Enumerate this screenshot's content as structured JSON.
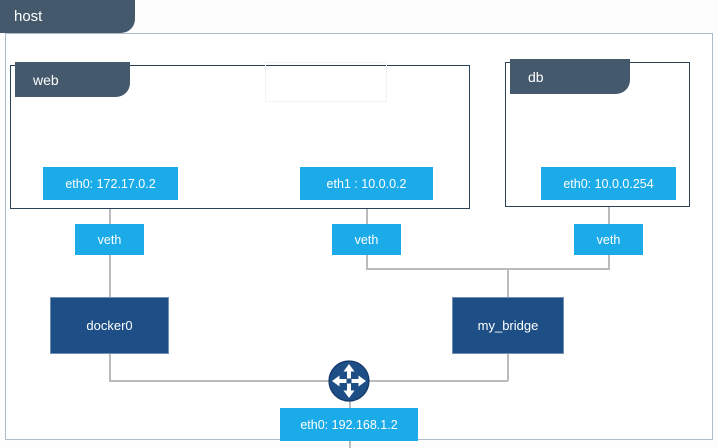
{
  "diagram": {
    "title": "host",
    "type": "network-topology"
  },
  "host": {
    "label": "host"
  },
  "namespaces": [
    {
      "id": "web",
      "label": "web"
    },
    {
      "id": "db",
      "label": "db"
    }
  ],
  "interfaces": [
    {
      "id": "web-eth0",
      "label": "eth0: 172.17.0.2",
      "parent": "web"
    },
    {
      "id": "web-eth1",
      "label": "eth1 : 10.0.0.2",
      "parent": "web"
    },
    {
      "id": "db-eth0",
      "label": "eth0: 10.0.0.254",
      "parent": "db"
    },
    {
      "id": "host-eth0",
      "label": "eth0: 192.168.1.2",
      "parent": "host"
    }
  ],
  "veths": [
    {
      "id": "veth-1",
      "label": "veth"
    },
    {
      "id": "veth-2",
      "label": "veth"
    },
    {
      "id": "veth-3",
      "label": "veth"
    }
  ],
  "bridges": [
    {
      "id": "docker0",
      "label": "docker0"
    },
    {
      "id": "my_bridge",
      "label": "my_bridge"
    }
  ],
  "router": {
    "id": "gateway-router",
    "icon": "router-icon"
  },
  "colors": {
    "tab": "#44596b",
    "namespace_border": "#2a4258",
    "interface": "#1cabe9",
    "bridge": "#1d4e86",
    "link": "#b9bcbe",
    "host_border": "#aebcc9",
    "canvas": "#fdfdfd"
  }
}
